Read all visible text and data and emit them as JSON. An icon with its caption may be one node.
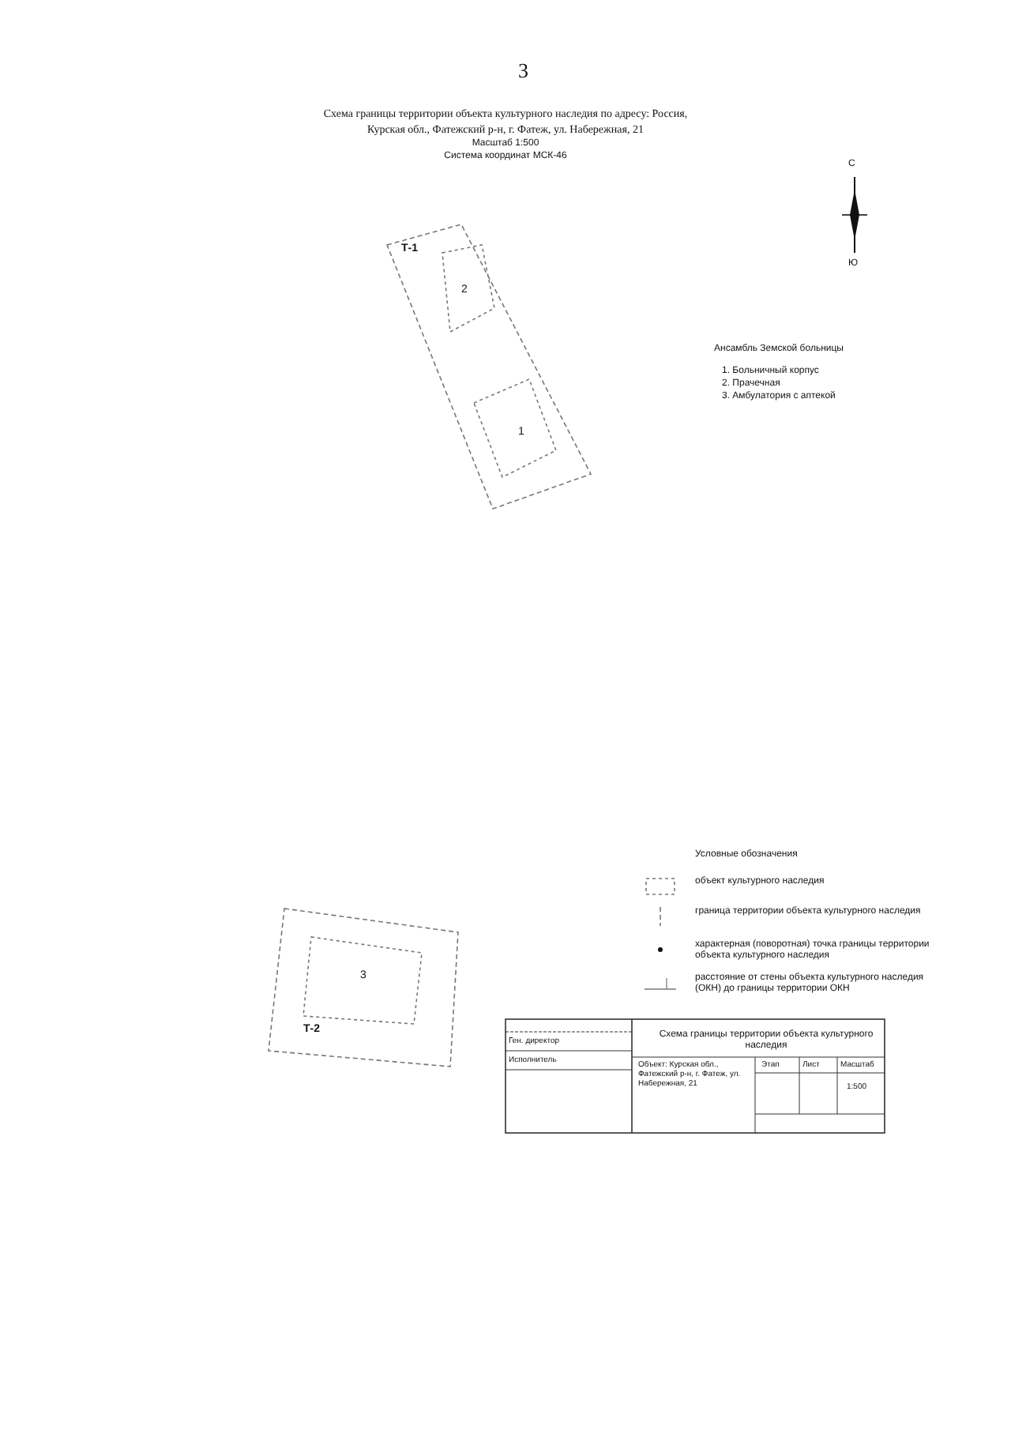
{
  "diagram": {
    "title": "Схема границы территории объекта культурного наследия по адресу: Россия, Курская обл., Фатежский р-н, г. Фатеж, ул. Набережная, 21",
    "nodes": [
      {
        "text": [
          "Т-1"
        ]
      },
      {
        "text": [
          "2"
        ],
        "in": 0
      },
      {
        "text": [
          "1"
        ],
        "in": 0
      },
      {
        "text": [
          "Т-2"
        ]
      },
      {
        "text": [
          "3"
        ],
        "in": 3
      }
    ],
    "labels": [
      "3",
      "Масштаб 1:500",
      "Система координат МСК-46",
      "С",
      "Ю",
      "Ансамбль Земской больницы",
      "1. Больничный корпус",
      "2. Прачечная",
      "3. Амбулатория с аптекой",
      "Условные обозначения",
      "Ген. директор",
      "Исполнитель",
      "Схема границы территории объекта культурного наследия",
      "Объект: Курская обл., Фатежский р-н, г. Фатеж, ул. Набережная, 21",
      "Этап",
      "Лист",
      "Масштаб",
      "1:500"
    ],
    "legend": [
      {
        "text": "объект культурного наследия"
      },
      {
        "text": "граница территории объекта культурного наследия"
      },
      {
        "text": "характерная (поворотная) точка границы территории объекта культурного наследия"
      },
      {
        "text": "расстояние от стены объекта культурного наследия (ОКН) до границы территории ОКН"
      }
    ]
  }
}
